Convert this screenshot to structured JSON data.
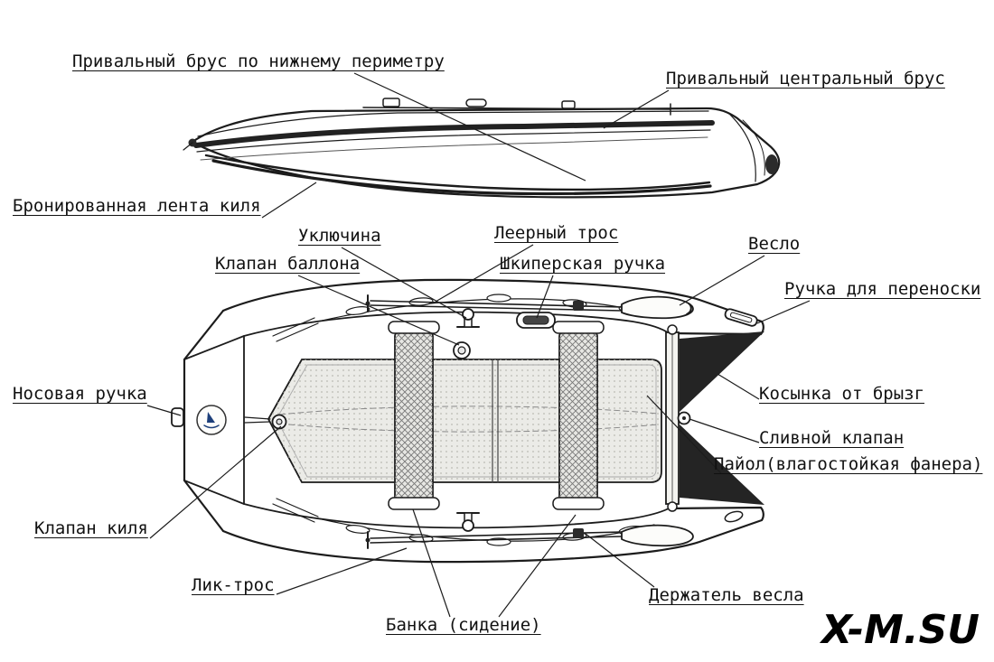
{
  "diagram": {
    "watermark": "X-M.SU",
    "labels": {
      "rub_strake_lower": "Привальный брус по нижнему периметру",
      "rub_strake_central": "Привальный центральный брус",
      "keel_armored_tape": "Бронированная лента киля",
      "rowlock": "Уключина",
      "grab_line": "Леерный трос",
      "tube_valve": "Клапан баллона",
      "skipper_handle": "Шкиперская ручка",
      "oar": "Весло",
      "carry_handle": "Ручка для переноски",
      "bow_handle": "Носовая ручка",
      "spray_gusset": "Косынка от брызг",
      "drain_valve": "Сливной клапан",
      "floorboard": "Пайол(влагостойкая фанера)",
      "keel_valve": "Клапан киля",
      "lik_rope": "Лик-трос",
      "oar_holder": "Держатель весла",
      "seat": "Банка (сидение)"
    },
    "colors": {
      "background": "#ffffff",
      "line": "#1c1c1c",
      "text": "#111111",
      "floor_fill": "#ebebe7",
      "gusset_fill": "#242424",
      "logo_accent": "#1d3f7a"
    }
  }
}
